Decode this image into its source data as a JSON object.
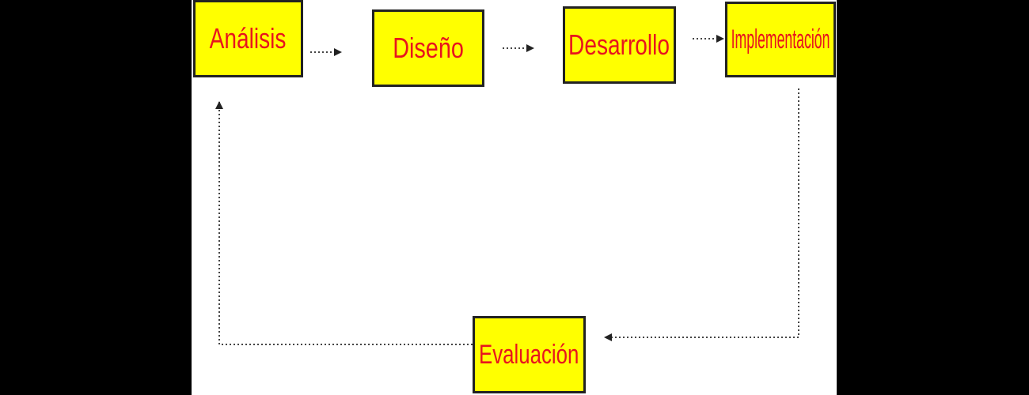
{
  "diagram": {
    "type": "process-cycle",
    "colors": {
      "background": "#ffffff",
      "frame": "#000000",
      "box_fill": "#ffff00",
      "box_border": "#222222",
      "box_text": "#e8141e",
      "arrow": "#222222"
    },
    "nodes": [
      {
        "id": "analisis",
        "label": "Análisis"
      },
      {
        "id": "diseno",
        "label": "Diseño"
      },
      {
        "id": "desarrollo",
        "label": "Desarrollo"
      },
      {
        "id": "implementacion",
        "label": "Implementación"
      },
      {
        "id": "evaluacion",
        "label": "Evaluación"
      }
    ],
    "edges": [
      {
        "from": "analisis",
        "to": "diseno",
        "style": "dotted"
      },
      {
        "from": "diseno",
        "to": "desarrollo",
        "style": "dotted"
      },
      {
        "from": "desarrollo",
        "to": "implementacion",
        "style": "dotted"
      },
      {
        "from": "implementacion",
        "to": "evaluacion",
        "style": "dotted"
      },
      {
        "from": "evaluacion",
        "to": "analisis",
        "style": "dotted"
      }
    ]
  }
}
